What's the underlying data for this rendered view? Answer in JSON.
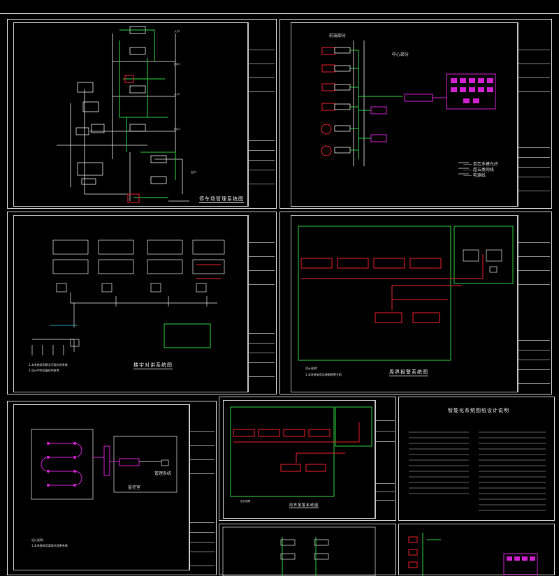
{
  "sheets": {
    "s1": {
      "title": "停车场管理系统图"
    },
    "s2": {
      "region_left": "前端部分",
      "region_center": "中心部分",
      "legend": [
        "—— 单芯多模光纤",
        "—— 超五类网线",
        "—— 电源线"
      ]
    },
    "s3": {
      "title": "楼宇对讲系统图"
    },
    "s4": {
      "title": "周界报警系统图"
    },
    "s5": {
      "label_box": "监控室",
      "label_system": "管理系统"
    },
    "s6": {
      "title": "周界报警系统图"
    },
    "s7": {
      "title": "智能化系统图纸设计说明"
    }
  },
  "colors": {
    "line_white": "#e6e6e6",
    "line_green": "#2ecc40",
    "line_red": "#e8202a",
    "line_magenta": "#d020d0",
    "line_cyan": "#30d0e0",
    "line_yellow": "#e8e820"
  }
}
